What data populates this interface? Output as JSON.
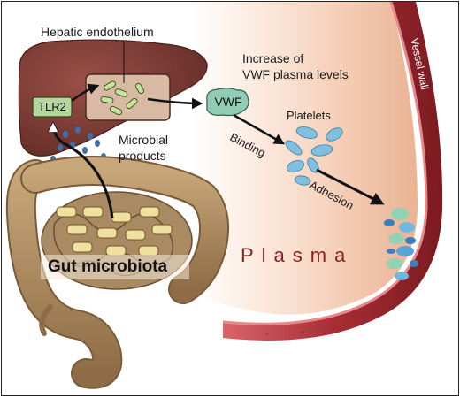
{
  "labels": {
    "hepatic_endothelium": "Hepatic endothelium",
    "increase_line1": "Increase of",
    "increase_line2": "VWF plasma levels",
    "tlr2": "TLR2",
    "vwf": "VWF",
    "platelets": "Platelets",
    "microbial_line1": "Microbial",
    "microbial_line2": "products",
    "binding": "Binding",
    "adhesion": "Adhesion",
    "gut_microbiota": "Gut microbiota",
    "plasma": "Plasma",
    "vessel_wall": "Vessel wall"
  },
  "colors": {
    "liver": "#7e3b33",
    "intestine": "#b8966a",
    "plasma_bg": "#f4cdb6",
    "vessel_wall": "#b23a3f",
    "tlr2_box": "#b5d69a",
    "vwf_blob": "#93ccb6",
    "platelet": "#7fbfe0",
    "microbe": "#f0e0a0",
    "arrow": "#111111"
  },
  "icons": [
    "liver-organ",
    "intestine-organ",
    "vessel-wall",
    "platelet",
    "microbial-particle",
    "bacterium"
  ]
}
